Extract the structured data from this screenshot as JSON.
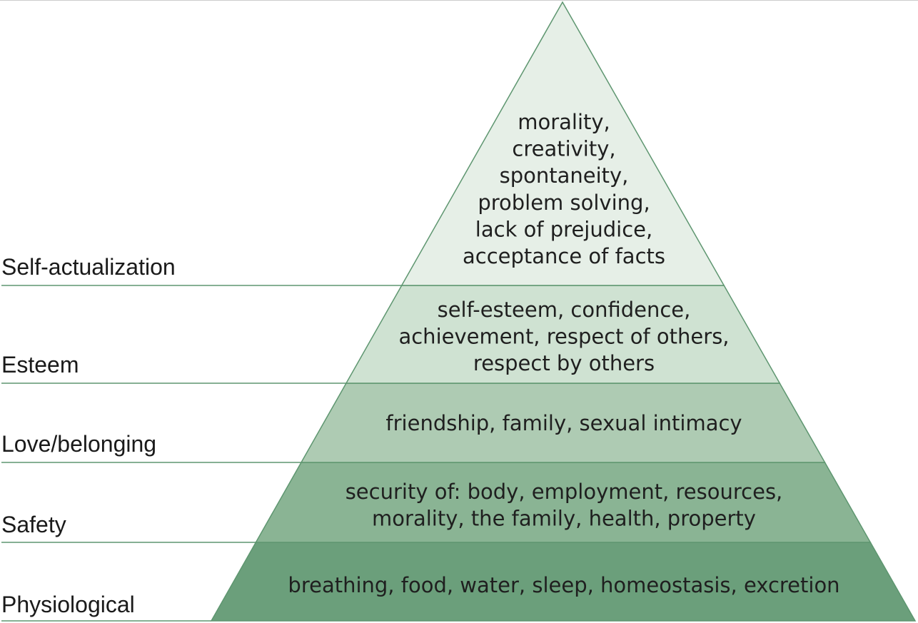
{
  "colors": {
    "outline": "#5e9670",
    "tier_fills": [
      "#6b9f7b",
      "#8ab494",
      "#aecbb3",
      "#cfe2d2",
      "#e6efe7"
    ]
  },
  "levels": [
    {
      "name": "Physiological",
      "lines": [
        "breathing, food, water, sleep, homeostasis, excretion"
      ]
    },
    {
      "name": "Safety",
      "lines": [
        "security of: body, employment, resources,",
        "morality, the family, health, property"
      ]
    },
    {
      "name": "Love/belonging",
      "lines": [
        "friendship, family, sexual intimacy"
      ]
    },
    {
      "name": "Esteem",
      "lines": [
        "self-esteem, confidence,",
        "achievement, respect of others,",
        "respect by others"
      ]
    },
    {
      "name": "Self-actualization",
      "lines": [
        "morality,",
        "creativity,",
        "spontaneity,",
        "problem solving,",
        "lack of prejudice,",
        "acceptance of facts"
      ]
    }
  ]
}
